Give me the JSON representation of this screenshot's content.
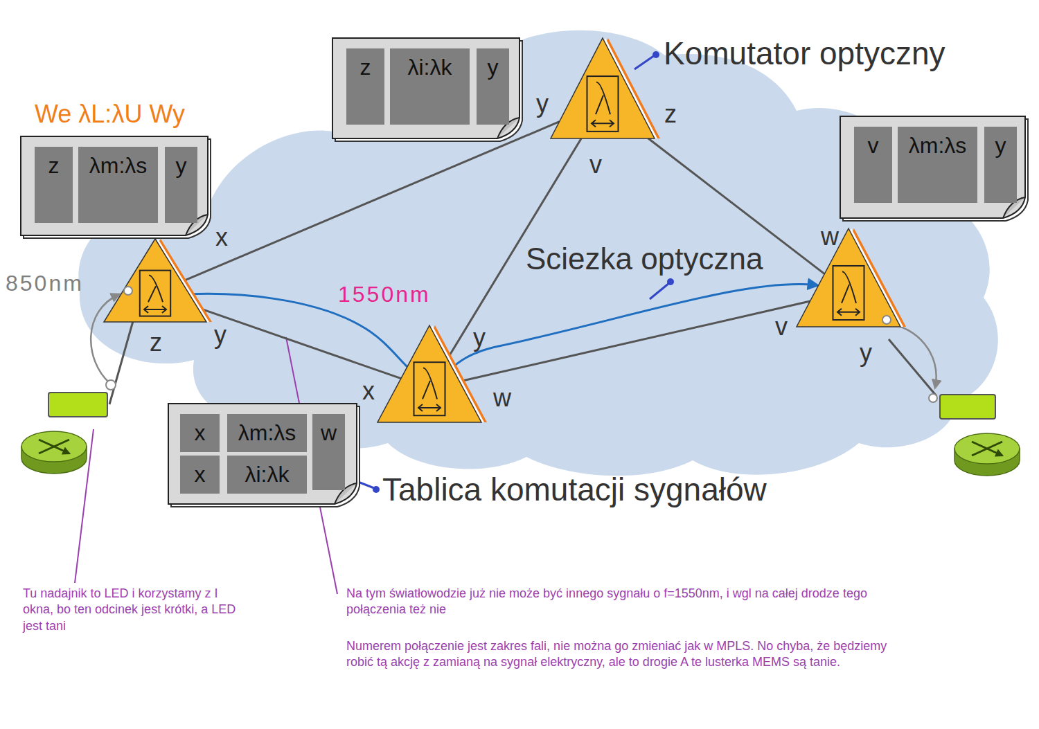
{
  "diagram": {
    "nodes": [
      {
        "text": [
          "z",
          "λi:λk",
          "y"
        ]
      },
      {
        "text": [
          "y",
          "z",
          "v"
        ]
      },
      {
        "text": [
          "We λL:λU Wy",
          "z",
          "λm:λs",
          "y"
        ]
      },
      {
        "text": [
          "v",
          "λm:λs",
          "y"
        ]
      },
      {
        "text": [
          "x",
          "y",
          "z"
        ]
      },
      {
        "text": [
          "w",
          "v",
          "y"
        ]
      },
      {
        "text": [
          "x",
          "y",
          "w"
        ]
      },
      {
        "text": [
          "x",
          "λm:λs",
          "w",
          "x",
          "λi:λk"
        ]
      }
    ],
    "edges": [
      {
        "from": 4,
        "to": 1,
        "arrow": "none"
      },
      {
        "from": 4,
        "to": 6,
        "arrow": "none"
      },
      {
        "from": 1,
        "to": 6,
        "arrow": "none"
      },
      {
        "from": 1,
        "to": 5,
        "arrow": "none"
      },
      {
        "from": 6,
        "to": 5,
        "arrow": "none"
      }
    ],
    "labels": [
      "Komutator optyczny",
      "850nm",
      "Sciezka optyczna",
      "1550nm",
      "Tablica komutacji sygnałów",
      "Tu nadajnik to LED i korzystamy z I okna, bo ten odcinek jest krótki, a LED jest tani",
      "Na tym światłowodzie już nie może być innego sygnału o f=1550nm, i wgl na całej drodze tego połączenia też nie",
      "Numerem połączenie jest zakres fali, nie można go zmieniać jak w MPLS. No chyba, że będziemy robić tą akcję z zamianą na sygnał elektryczny, ale to drogie A te lusterka MEMS są tanie."
    ]
  }
}
